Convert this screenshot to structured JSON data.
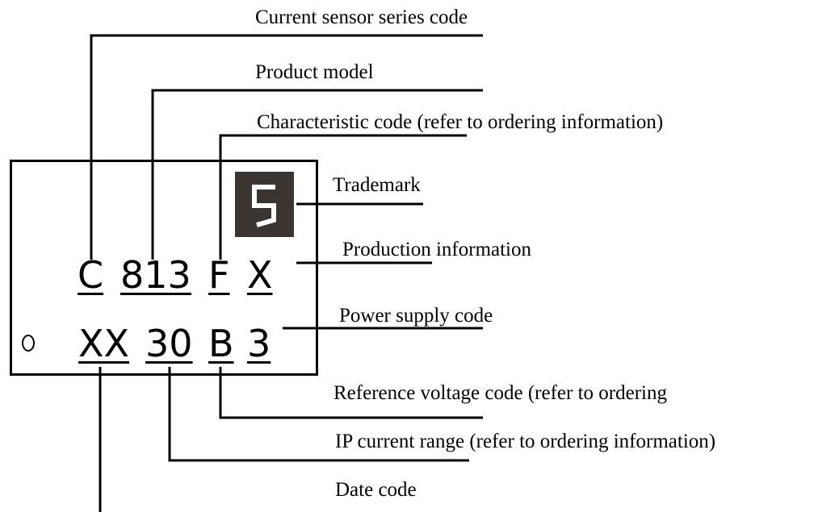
{
  "labels": {
    "series": "Current sensor series code",
    "model": "Product model",
    "characteristic": "Characteristic code (refer to ordering information)",
    "trademark": "Trademark",
    "production": "Production information",
    "power": "Power supply code",
    "reference": "Reference voltage code (refer to ordering",
    "ip_range": "IP current range (refer to ordering information)",
    "date": "Date code"
  },
  "marking": {
    "line1": [
      "C",
      "813",
      "F",
      "X"
    ],
    "line2": [
      "XX",
      "30",
      "B",
      "3"
    ]
  },
  "logo_glyph": "5"
}
